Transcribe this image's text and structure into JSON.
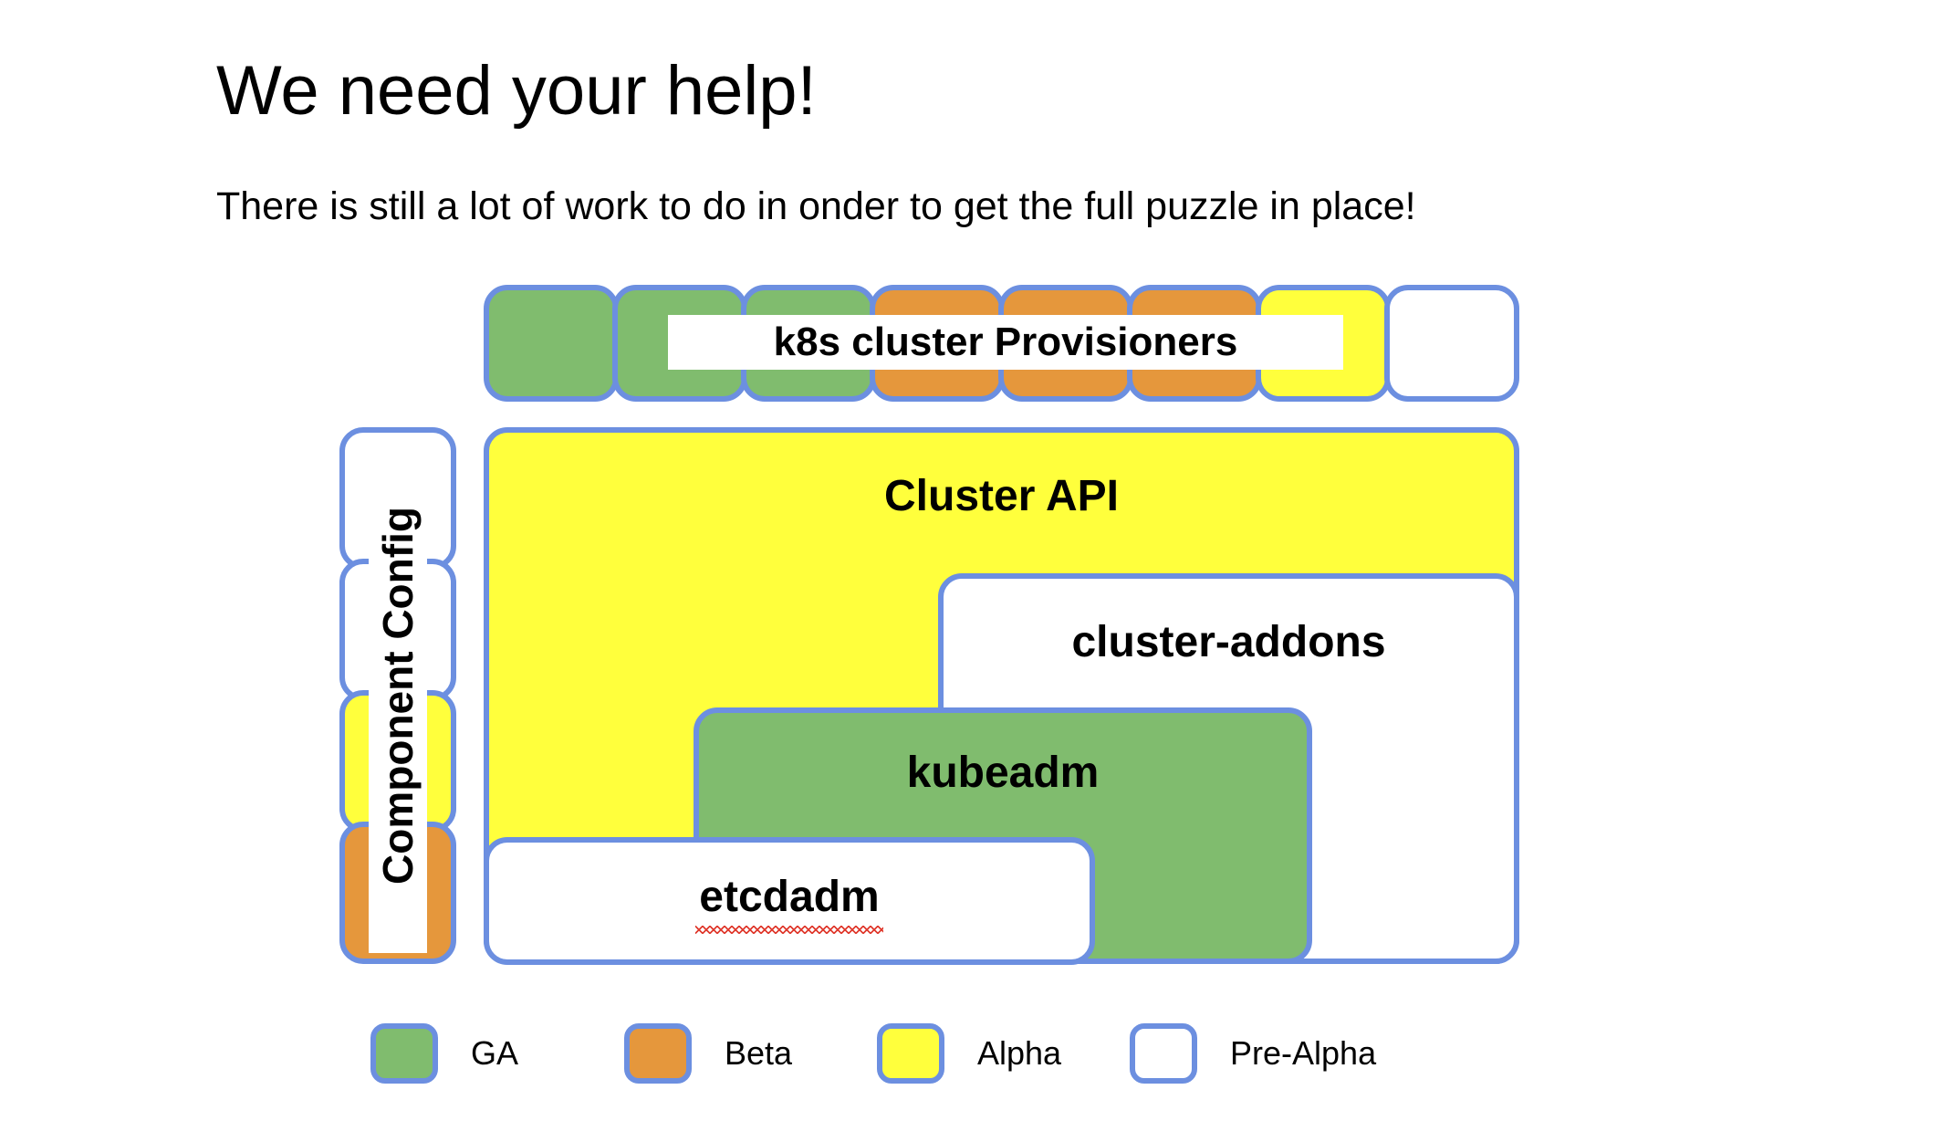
{
  "slide": {
    "title": "We need your help!",
    "subtitle": "There is still a lot of work to do in onder to get the full puzzle in place!"
  },
  "colors": {
    "ga": "#80bc6e",
    "beta": "#e5973c",
    "alpha": "#ffff3c",
    "pre_alpha": "#ffffff",
    "border": "#6c8fe0",
    "text": "#000000",
    "spellcheck": "#e03b2f"
  },
  "diagram": {
    "provisioner_row": {
      "label": "k8s cluster Provisioners",
      "cells": [
        {
          "status": "GA",
          "color": "#80bc6e"
        },
        {
          "status": "GA",
          "color": "#80bc6e"
        },
        {
          "status": "GA",
          "color": "#80bc6e"
        },
        {
          "status": "Beta",
          "color": "#e5973c"
        },
        {
          "status": "Beta",
          "color": "#e5973c"
        },
        {
          "status": "Beta",
          "color": "#e5973c"
        },
        {
          "status": "Alpha",
          "color": "#ffff3c"
        },
        {
          "status": "Pre-Alpha",
          "color": "#ffffff"
        }
      ]
    },
    "component_config": {
      "label": "Component Config",
      "cells": [
        {
          "status": "Pre-Alpha",
          "color": "#ffffff"
        },
        {
          "status": "Pre-Alpha",
          "color": "#ffffff"
        },
        {
          "status": "Alpha",
          "color": "#ffff3c"
        },
        {
          "status": "Beta",
          "color": "#e5973c"
        }
      ]
    },
    "boxes": {
      "cluster_api": {
        "label": "Cluster API",
        "status": "Alpha",
        "color": "#ffff3c"
      },
      "cluster_addons": {
        "label": "cluster-addons",
        "status": "Pre-Alpha",
        "color": "#ffffff"
      },
      "kubeadm": {
        "label": "kubeadm",
        "status": "GA",
        "color": "#80bc6e"
      },
      "etcdadm": {
        "label": "etcdadm",
        "status": "Pre-Alpha",
        "color": "#ffffff",
        "misspelled": true
      }
    }
  },
  "legend": {
    "items": [
      {
        "label": "GA",
        "color": "#80bc6e",
        "swatch": "green"
      },
      {
        "label": "Beta",
        "color": "#e5973c",
        "swatch": "orange"
      },
      {
        "label": "Alpha",
        "color": "#ffff3c",
        "swatch": "yellow"
      },
      {
        "label": "Pre-Alpha",
        "color": "#ffffff",
        "swatch": "white"
      }
    ]
  }
}
